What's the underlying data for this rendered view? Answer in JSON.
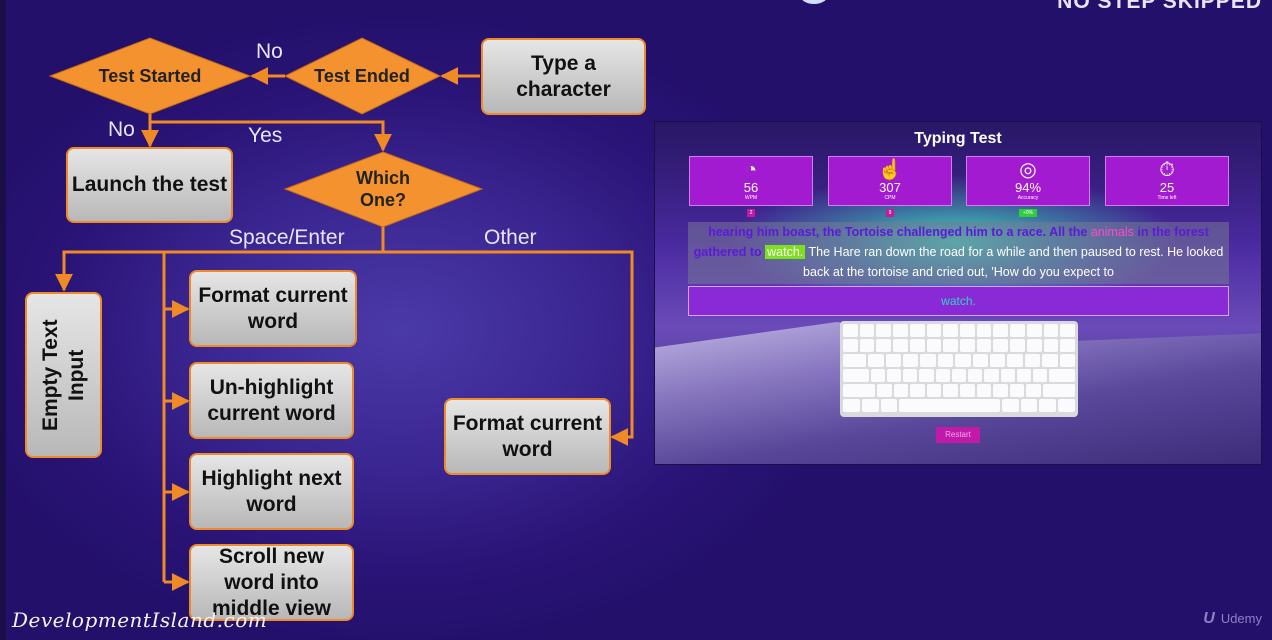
{
  "header": {
    "corner_text": "NO STEP SKIPPED"
  },
  "flowchart": {
    "nodes": {
      "type_char": "Type a character",
      "test_ended": "Test Ended",
      "test_started": "Test Started",
      "launch_test": "Launch the test",
      "which_one": "Which One?",
      "empty_text": "Empty Text Input",
      "format_word_a": "Format current word",
      "unhighlight_word": "Un-highlight current word",
      "highlight_next": "Highlight next word",
      "scroll_word": "Scroll new word into middle view",
      "format_word_b": "Format current word"
    },
    "edges": {
      "no_top": "No",
      "no_left": "No",
      "yes": "Yes",
      "space_enter": "Space/Enter",
      "other": "Other"
    },
    "colors": {
      "box_border": "#f08a24",
      "arrow": "#f08a24",
      "diamond": "#f3922e"
    }
  },
  "app": {
    "title": "Typing Test",
    "stats": [
      {
        "icon": "speedometer-icon",
        "glyph": "◔",
        "value": "56",
        "label": "WPM",
        "tag": "2"
      },
      {
        "icon": "pointer-icon",
        "glyph": "☝",
        "value": "307",
        "label": "CPM",
        "tag": "9"
      },
      {
        "icon": "target-icon",
        "glyph": "◎",
        "value": "94%",
        "label": "Accuracy",
        "tag": "+0%"
      },
      {
        "icon": "stopwatch-icon",
        "glyph": "⏱",
        "value": "25",
        "label": "Time left"
      }
    ],
    "passage": {
      "typed_1": "hearing him boast, the Tortoise challenged him to a race. All the ",
      "pink_word": "animals",
      "typed_2": " in the forest gathered to ",
      "current_word": "watch.",
      "rest": " The Hare ran down the road for a while and then paused to rest. He looked back at the tortoise and cried out, 'How do you expect to"
    },
    "input_value": "watch.",
    "restart_label": "Restart"
  },
  "footer": {
    "brand": "DevelopmentIsland.com",
    "udemy": "Udemy",
    "udemy_mark": "U"
  }
}
